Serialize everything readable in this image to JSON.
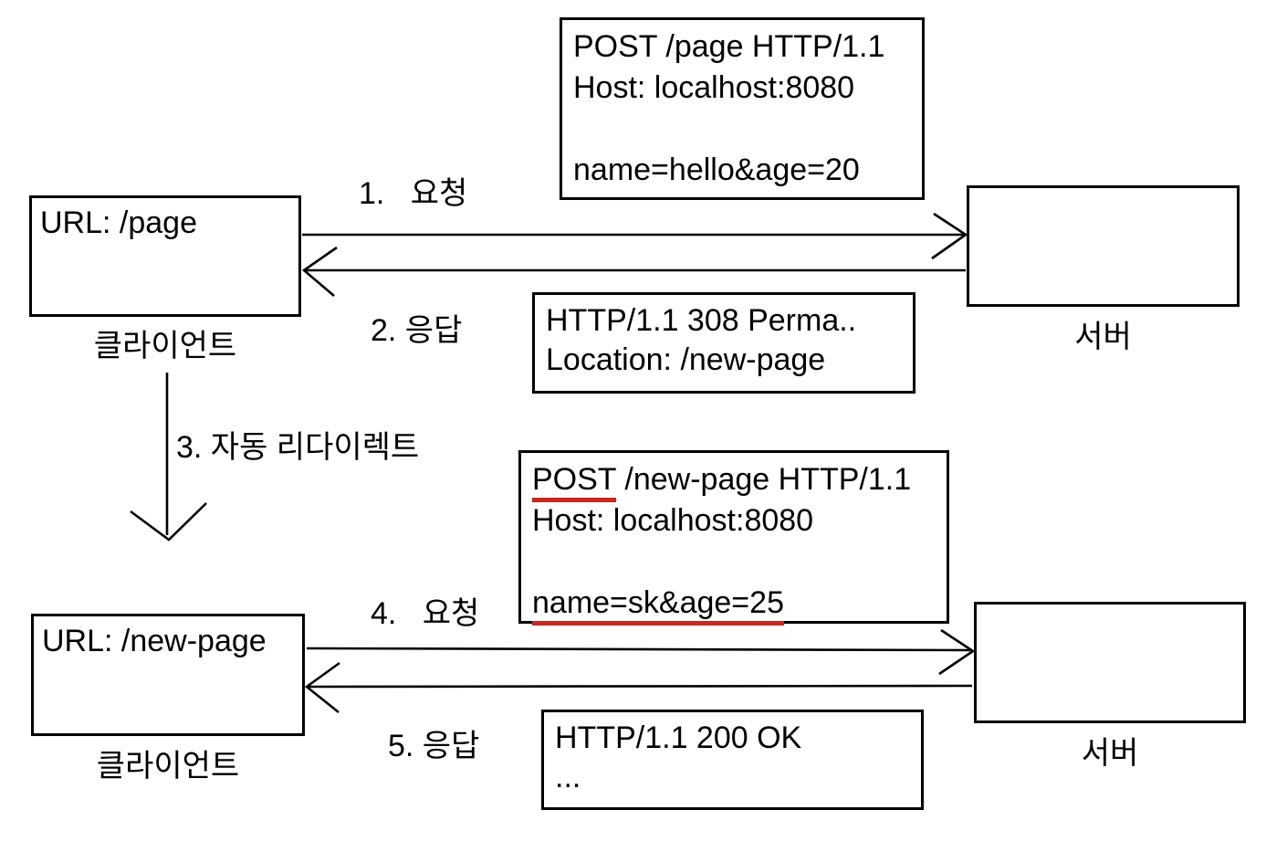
{
  "colors": {
    "ink": "#000000",
    "underline_red": "#c8281e",
    "background": "#ffffff"
  },
  "top_flow": {
    "client_box": {
      "text": "URL: /page",
      "caption": "클라이언트"
    },
    "server_box": {
      "caption": "서버"
    },
    "request_label": "1.   요청",
    "response_label": "2. 응답",
    "request_message": {
      "line1": "POST /page HTTP/1.1",
      "line2": "Host: localhost:8080",
      "line3": "",
      "line4": "name=hello&age=20"
    },
    "response_message": {
      "line1": "HTTP/1.1 308 Perma..",
      "line2": "Location: /new-page"
    }
  },
  "redirect_label": "3. 자동 리다이렉트",
  "bottom_flow": {
    "client_box": {
      "text": "URL: /new-page",
      "caption": "클라이언트"
    },
    "server_box": {
      "caption": "서버"
    },
    "request_label": "4.   요청",
    "response_label": "5. 응답",
    "request_message": {
      "method": "POST",
      "line1_rest": " /new-page HTTP/1.1",
      "line2": "Host: localhost:8080",
      "line3": "",
      "line4": "name=sk&age=25"
    },
    "response_message": {
      "line1": "HTTP/1.1 200 OK",
      "line2": "..."
    }
  }
}
